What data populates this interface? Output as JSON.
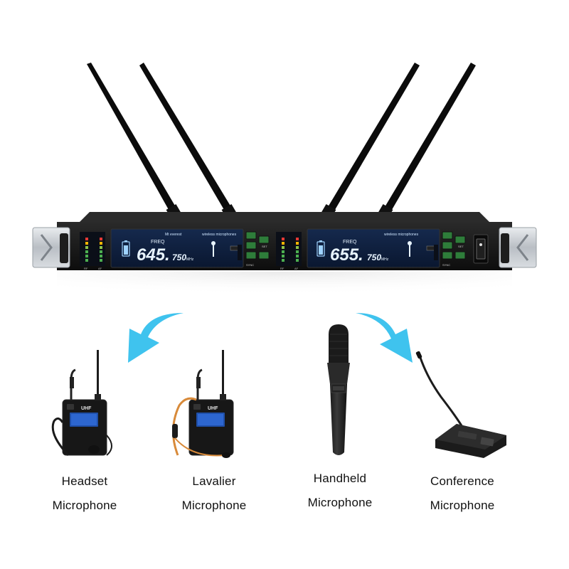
{
  "receiver": {
    "brand_text": "Mt everest",
    "subtitle_text": "wireless microphones",
    "channel_a": {
      "freq_label": "FREQ",
      "freq_main": "645.",
      "freq_decimal": "750",
      "freq_unit": "MHz"
    },
    "channel_b": {
      "freq_label": "FREQ",
      "freq_main": "655.",
      "freq_decimal": "750",
      "freq_unit": "MHz"
    },
    "meter_label_left": "RF",
    "meter_label_right": "AF",
    "button_set_label": "SET",
    "button_sync_label": "SYNC"
  },
  "products": [
    {
      "name": "headset",
      "line1": "Headset",
      "line2": "Microphone"
    },
    {
      "name": "lavalier",
      "line1": "Lavalier",
      "line2": "Microphone"
    },
    {
      "name": "handheld",
      "line1": "Handheld",
      "line2": "Microphone"
    },
    {
      "name": "conference",
      "line1": "Conference",
      "line2": "Microphone"
    }
  ],
  "bodypack_label": "UHF",
  "colors": {
    "arrow": "#3fc3ee",
    "lcd_background": "#0c1d3a",
    "lcd_text": "#e8f4ff",
    "rack_body": "#1a1a1a",
    "rack_ear": "#cfd3d7",
    "button_green": "#2e7d3a"
  }
}
